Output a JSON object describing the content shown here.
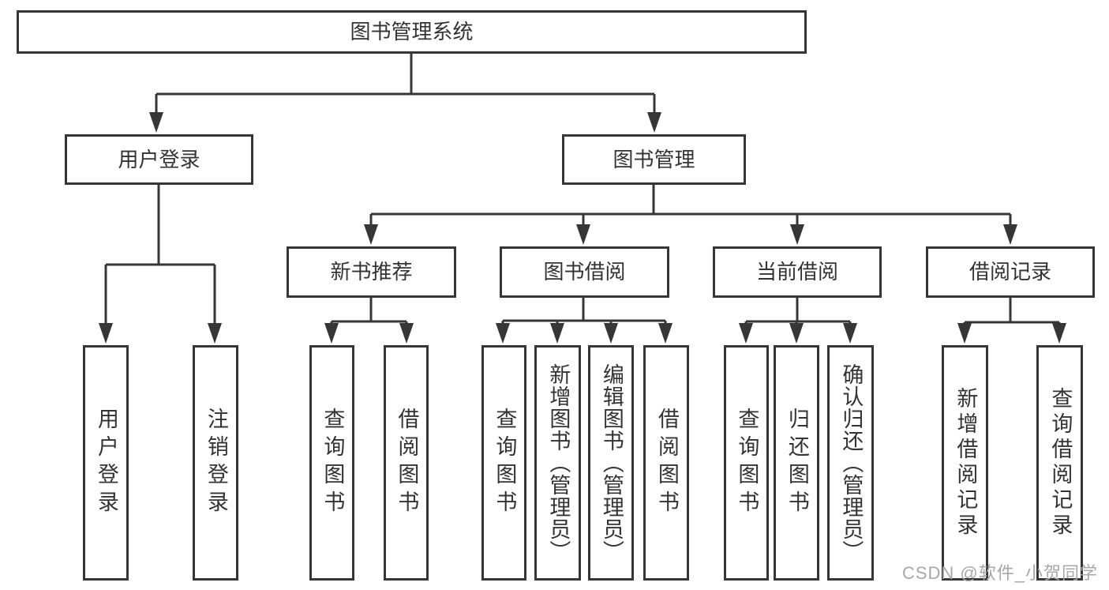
{
  "title": "图书管理系统",
  "level2": {
    "user_login": "用户登录",
    "book_mgmt": "图书管理"
  },
  "level3": {
    "new_book": "新书推荐",
    "book_borrow": "图书借阅",
    "current_borrow": "当前借阅",
    "borrow_record": "借阅记录"
  },
  "leaves": {
    "user": [
      "用户登录",
      "注销登录"
    ],
    "new_book": [
      "查询图书",
      "借阅图书"
    ],
    "book_borrow": [
      "查询图书",
      "新增图书（管理员）",
      "编辑图书（管理员）",
      "借阅图书"
    ],
    "current_borrow": [
      "查询图书",
      "归还图书",
      "确认归还（管理员）"
    ],
    "borrow_record": [
      "新增借阅记录",
      "查询借阅记录"
    ]
  },
  "watermark": "CSDN @软件_小贺同学",
  "colors": {
    "line": "#363636",
    "text": "#333333",
    "box_background": "#ffffff",
    "watermark": "#a8a8a8"
  }
}
